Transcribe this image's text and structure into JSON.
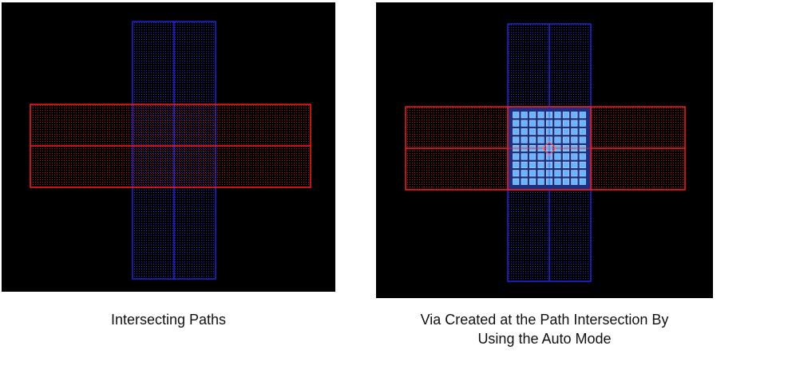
{
  "colors": {
    "background": "#000000",
    "horizontal_path": "#ff1a1a",
    "vertical_path": "#2222dd",
    "via_cut": "#6ab4ff",
    "caption_text": "#111111"
  },
  "panels": [
    {
      "caption": "Intersecting Paths",
      "shapes": [
        "horizontal-path-red",
        "vertical-path-blue"
      ]
    },
    {
      "caption_line_1": "Via Created at the Path Intersection By",
      "caption_line_2": "Using the Auto Mode",
      "shapes": [
        "horizontal-path-red",
        "vertical-path-blue",
        "via-array",
        "via-origin-marker"
      ],
      "via_grid": {
        "rows": 9,
        "columns": 9
      }
    }
  ]
}
